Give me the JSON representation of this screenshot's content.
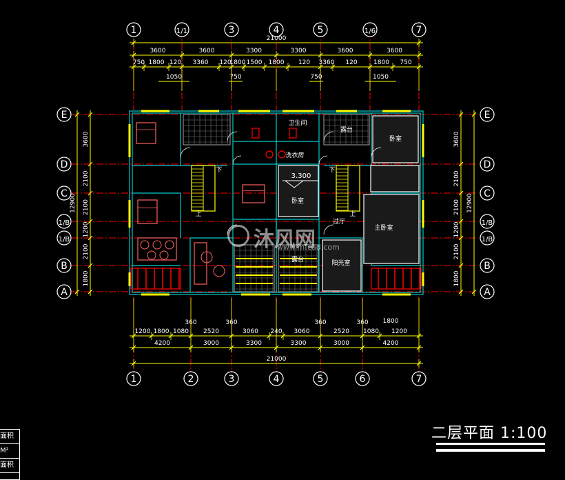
{
  "drawing_title": "二层平面  1:100",
  "axis_top": [
    "1",
    "1/1",
    "3",
    "4",
    "5",
    "1/6",
    "7"
  ],
  "axis_bottom": [
    "1",
    "2",
    "3",
    "4",
    "5",
    "6",
    "7"
  ],
  "axis_left": [
    "E",
    "D",
    "C",
    "1/B",
    "1/B",
    "B",
    "A"
  ],
  "axis_right": [
    "E",
    "D",
    "C",
    "1/B",
    "1/B",
    "B",
    "A"
  ],
  "dims_top": {
    "total": "21000",
    "row1": [
      "3600",
      "3600",
      "3300",
      "3300",
      "3600",
      "3600"
    ],
    "row2": [
      "750",
      "1800",
      "120",
      "3360",
      "120",
      "1800",
      "1500",
      "1800",
      "120",
      "3360",
      "120",
      "1800",
      "750"
    ],
    "row3": [
      "1050",
      "750",
      "750",
      "1050"
    ]
  },
  "dims_bottom": {
    "row0": [
      "360",
      "360",
      "360",
      "360",
      "1800"
    ],
    "row1": [
      "1200",
      "1800",
      "1080",
      "2520",
      "3060",
      "240",
      "3060",
      "2520",
      "1080",
      "1200"
    ],
    "row2": [
      "4200",
      "3000",
      "3300",
      "3300",
      "3000",
      "4200"
    ],
    "total": "21000"
  },
  "dims_left": [
    "3600",
    "2100",
    "2100",
    "1200",
    "2100",
    "1800"
  ],
  "dims_left_total": "12900",
  "dims_right": [
    "3600",
    "2100",
    "2100",
    "1200",
    "2100",
    "1800"
  ],
  "dims_right_total": "12900",
  "room_labels": {
    "wc": "卫生间",
    "laundry": "洗衣房",
    "bedroom_right_top": "卧室",
    "bedroom_center": "卧室",
    "master_bedroom": "主卧室",
    "balcony_top": "露台",
    "balcony_bottom": "露台",
    "sunroom": "阳光室",
    "corridor": "过厅",
    "elevation": "3.300",
    "down_left": "下",
    "up_left": "上",
    "down_right": "下",
    "up_right": "上"
  },
  "watermark": {
    "main": "沐风网",
    "sub": "www.mfcad.com"
  },
  "legend": [
    "面积",
    "M²",
    "面积"
  ],
  "colors": {
    "axis": "#ffffff",
    "dim": "#ffff00",
    "wall": "#00cccc",
    "grid": "#ff0000",
    "furniture": "#ff6060",
    "stair": "#ffff00"
  }
}
